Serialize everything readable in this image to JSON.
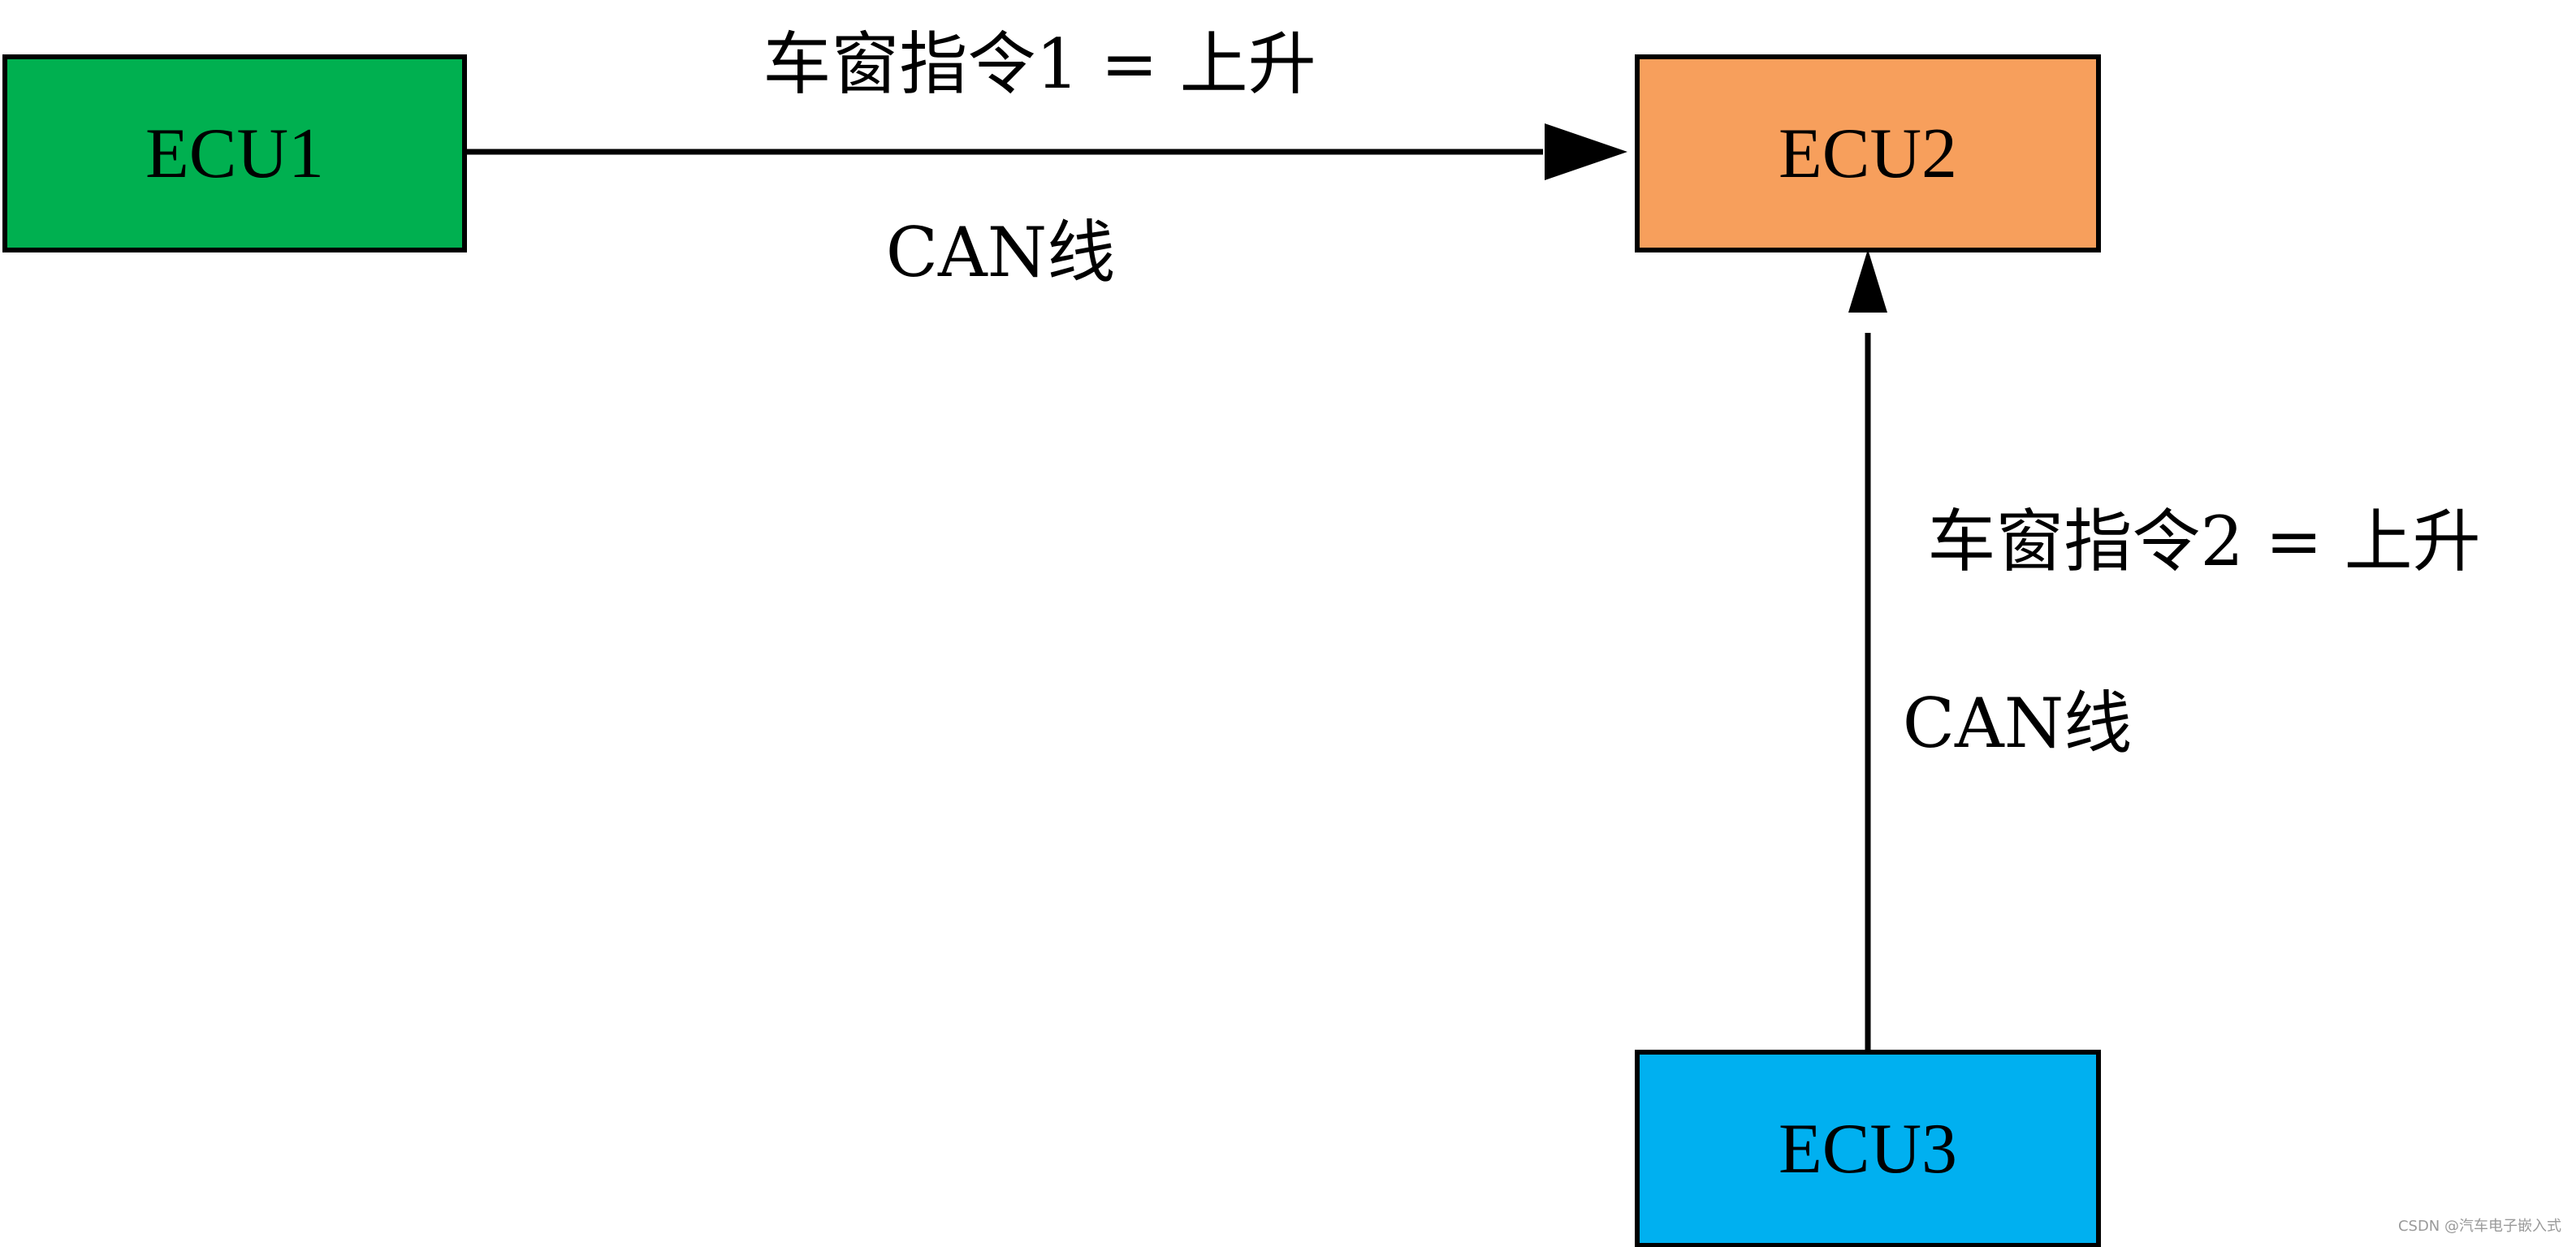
{
  "nodes": [
    {
      "id": "ecu1",
      "label": "ECU1",
      "color": "#00B050"
    },
    {
      "id": "ecu2",
      "label": "ECU2",
      "color": "#F79F5C"
    },
    {
      "id": "ecu3",
      "label": "ECU3",
      "color": "#00B0F0"
    }
  ],
  "edges": [
    {
      "from": "ecu1",
      "to": "ecu2",
      "command": "车窗指令1 = 上升",
      "medium": "CAN线"
    },
    {
      "from": "ecu3",
      "to": "ecu2",
      "command": "车窗指令2 = 上升",
      "medium": "CAN线"
    }
  ],
  "watermark": "CSDN @汽车电子嵌入式"
}
